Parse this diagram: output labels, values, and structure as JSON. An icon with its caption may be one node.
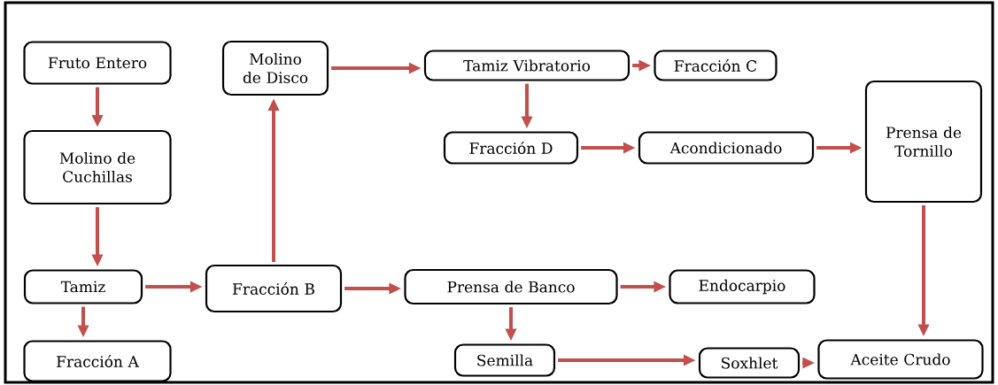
{
  "diagram": {
    "nodes": [
      {
        "text": [
          "Fruto Entero"
        ]
      },
      {
        "text": [
          "Molino de Cuchillas"
        ]
      },
      {
        "text": [
          "Tamiz"
        ]
      },
      {
        "text": [
          "Fracción A"
        ]
      },
      {
        "text": [
          "Molino de Disco"
        ]
      },
      {
        "text": [
          "Fracción B"
        ]
      },
      {
        "text": [
          "Tamiz Vibratorio"
        ]
      },
      {
        "text": [
          "Fracción C"
        ]
      },
      {
        "text": [
          "Fracción D"
        ]
      },
      {
        "text": [
          "Acondicionado"
        ]
      },
      {
        "text": [
          "Prensa de Tornillo"
        ]
      },
      {
        "text": [
          "Prensa de Banco"
        ]
      },
      {
        "text": [
          "Endocarpio"
        ]
      },
      {
        "text": [
          "Semilla"
        ]
      },
      {
        "text": [
          "Soxhlet"
        ]
      },
      {
        "text": [
          "Aceite Crudo"
        ]
      }
    ],
    "edges": [
      {
        "from": 0,
        "to": 1,
        "arrow": "to"
      },
      {
        "from": 1,
        "to": 2,
        "arrow": "to"
      },
      {
        "from": 2,
        "to": 3,
        "arrow": "to"
      },
      {
        "from": 2,
        "to": 5,
        "arrow": "to"
      },
      {
        "from": 5,
        "to": 4,
        "arrow": "to"
      },
      {
        "from": 4,
        "to": 6,
        "arrow": "to"
      },
      {
        "from": 6,
        "to": 7,
        "arrow": "to"
      },
      {
        "from": 6,
        "to": 8,
        "arrow": "to"
      },
      {
        "from": 8,
        "to": 9,
        "arrow": "to"
      },
      {
        "from": 9,
        "to": 10,
        "arrow": "to"
      },
      {
        "from": 5,
        "to": 11,
        "arrow": "to"
      },
      {
        "from": 11,
        "to": 12,
        "arrow": "to"
      },
      {
        "from": 11,
        "to": 13,
        "arrow": "to"
      },
      {
        "from": 13,
        "to": 14,
        "arrow": "to"
      },
      {
        "from": 14,
        "to": 15,
        "arrow": "to"
      },
      {
        "from": 10,
        "to": 15,
        "arrow": "to"
      }
    ]
  }
}
